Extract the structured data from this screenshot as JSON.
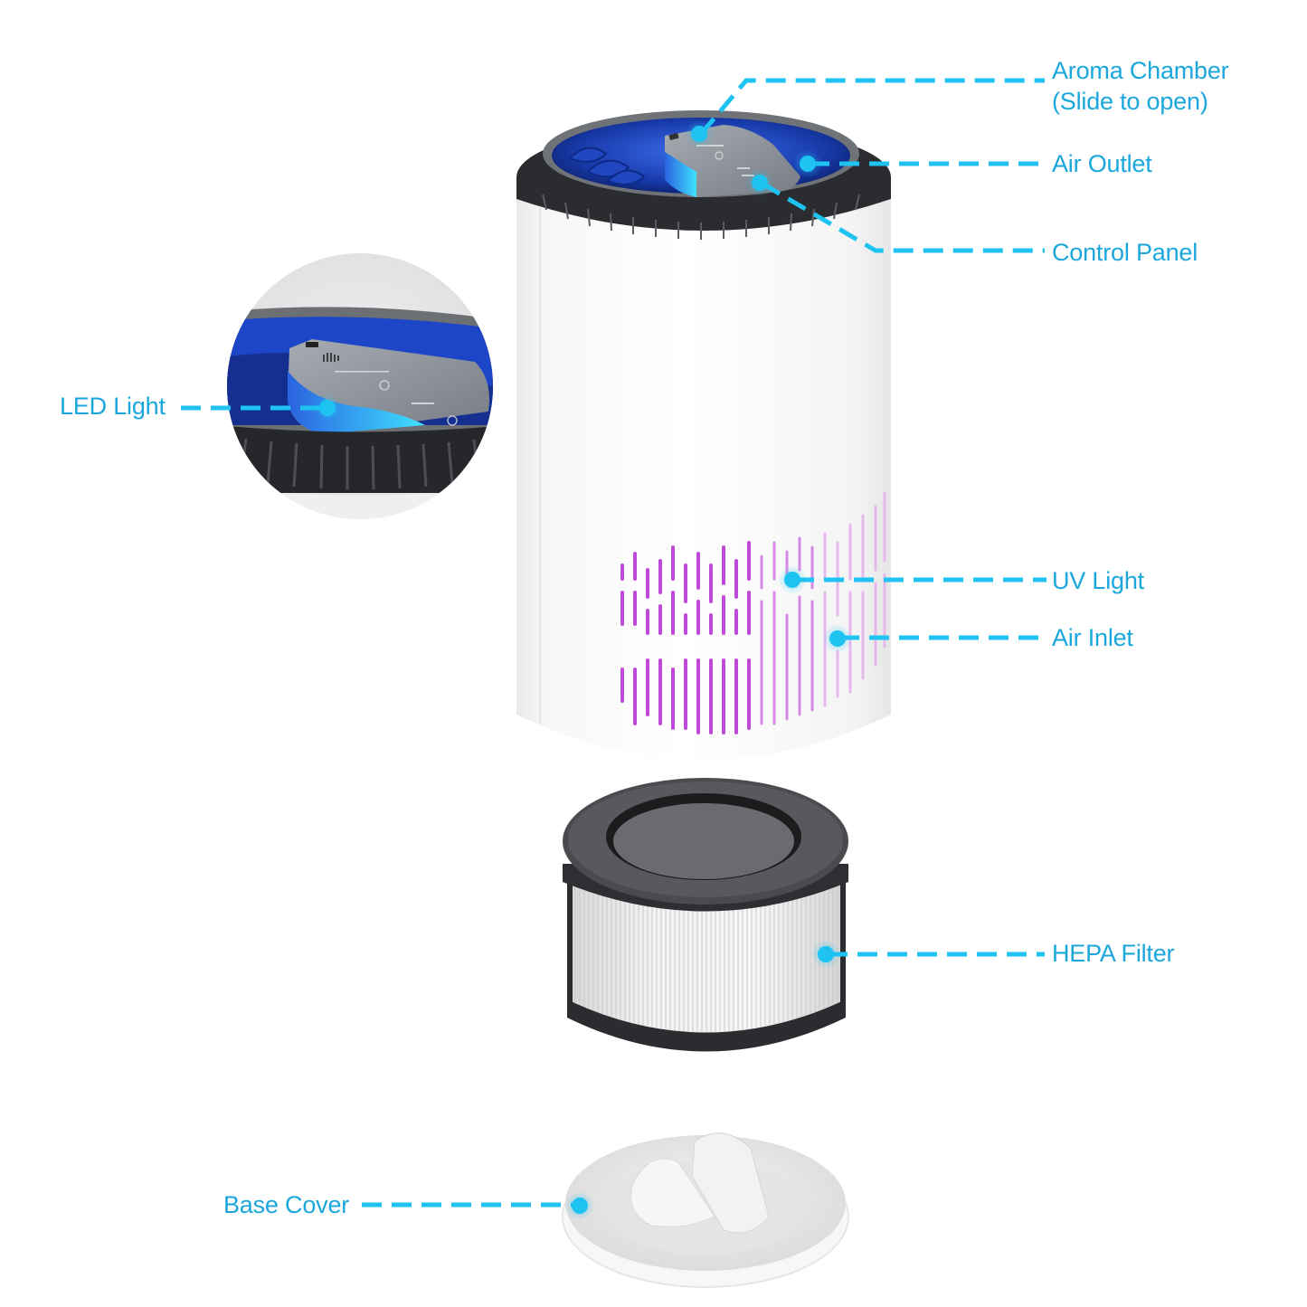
{
  "diagram": {
    "subject": "Air purifier exploded view",
    "accent_color": "#1ba7dc",
    "uv_color": "#c04ad8"
  },
  "callouts": [
    {
      "id": "aroma-chamber",
      "lines": [
        "Aroma Chamber",
        "(Slide to open)"
      ]
    },
    {
      "id": "air-outlet",
      "lines": [
        "Air Outlet"
      ]
    },
    {
      "id": "control-panel",
      "lines": [
        "Control Panel"
      ]
    },
    {
      "id": "led-light",
      "lines": [
        "LED Light"
      ]
    },
    {
      "id": "uv-light",
      "lines": [
        "UV Light"
      ]
    },
    {
      "id": "air-inlet",
      "lines": [
        "Air Inlet"
      ]
    },
    {
      "id": "hepa-filter",
      "lines": [
        "HEPA Filter"
      ]
    },
    {
      "id": "base-cover",
      "lines": [
        "Base Cover"
      ]
    }
  ],
  "components": [
    {
      "id": "purifier-body",
      "name": "Main unit"
    },
    {
      "id": "led-detail-inset",
      "name": "Top detail inset"
    },
    {
      "id": "hepa-filter-cartridge",
      "name": "HEPA Filter"
    },
    {
      "id": "base-cover-disc",
      "name": "Base Cover"
    }
  ]
}
